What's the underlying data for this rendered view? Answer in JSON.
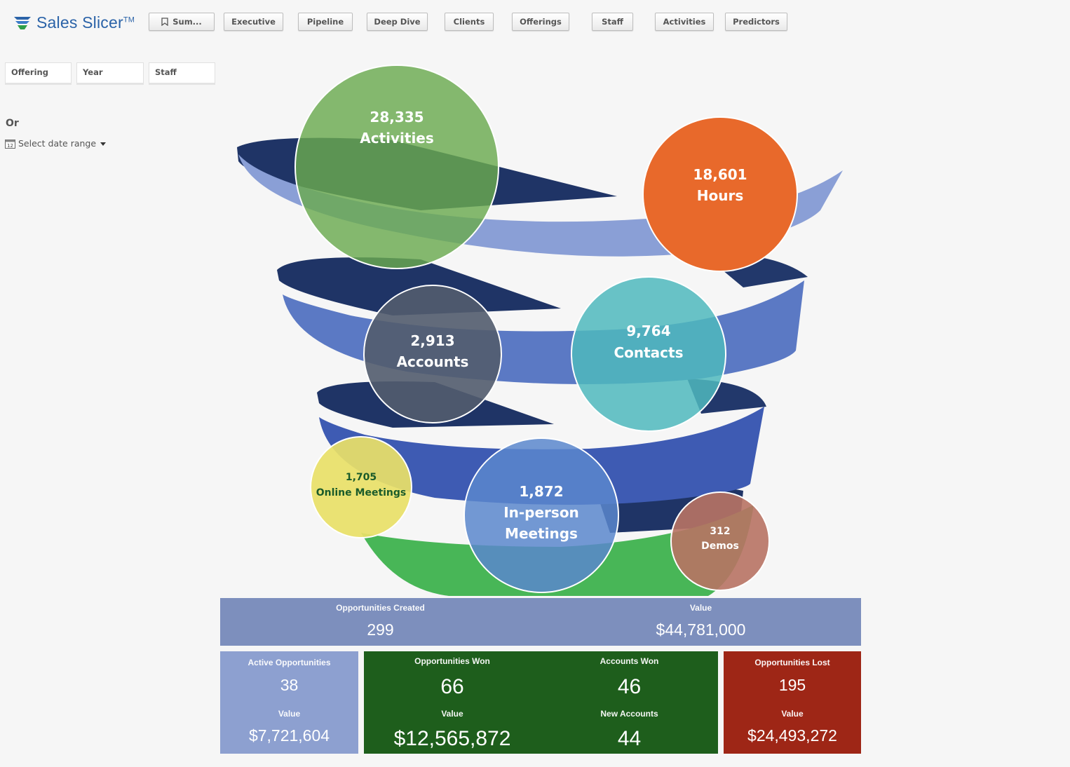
{
  "app": {
    "title": "Sales Slicer",
    "trademark": "TM"
  },
  "nav": [
    {
      "label": "Sum..."
    },
    {
      "label": "Executive"
    },
    {
      "label": "Pipeline"
    },
    {
      "label": "Deep Dive"
    },
    {
      "label": "Clients"
    },
    {
      "label": "Offerings"
    },
    {
      "label": "Staff"
    },
    {
      "label": "Activities"
    },
    {
      "label": "Predictors"
    }
  ],
  "filters": {
    "offering": "Offering",
    "year": "Year",
    "staff": "Staff",
    "or": "Or",
    "date_range": "Select date range"
  },
  "bubbles": {
    "activities": {
      "value": "28,335",
      "label": "Activities"
    },
    "hours": {
      "value": "18,601",
      "label": "Hours"
    },
    "accounts": {
      "value": "2,913",
      "label": "Accounts"
    },
    "contacts": {
      "value": "9,764",
      "label": "Contacts"
    },
    "online": {
      "value": "1,705",
      "label": "Online Meetings"
    },
    "inperson": {
      "value": "1,872",
      "label1": "In-person",
      "label2": "Meetings"
    },
    "demos": {
      "value": "312",
      "label": "Demos"
    }
  },
  "kpi": {
    "created": {
      "label": "Opportunities Created",
      "value": "299",
      "value_label": "Value",
      "amount": "$44,781,000"
    },
    "active": {
      "label": "Active Opportunities",
      "value": "38",
      "value_label": "Value",
      "amount": "$7,721,604"
    },
    "won": {
      "label": "Opportunities Won",
      "value": "66",
      "value_label": "Value",
      "amount": "$12,565,872"
    },
    "accounts_won": {
      "label": "Accounts Won",
      "value": "46",
      "new_label": "New Accounts",
      "new_value": "44"
    },
    "lost": {
      "label": "Opportunities Lost",
      "value": "195",
      "value_label": "Value",
      "amount": "$24,493,272"
    }
  },
  "colors": {
    "activities": "#6aaa4f",
    "hours": "#e8692b",
    "accounts": "#525c6e",
    "contacts": "#4fb9bd",
    "online": "#e8e068",
    "inperson": "#5b87cc",
    "demos": "#b87364",
    "created_tile": "#7d8fbd",
    "active_tile": "#8da0d0",
    "won_tile": "#1e5e1c",
    "lost_tile": "#9e2616"
  }
}
